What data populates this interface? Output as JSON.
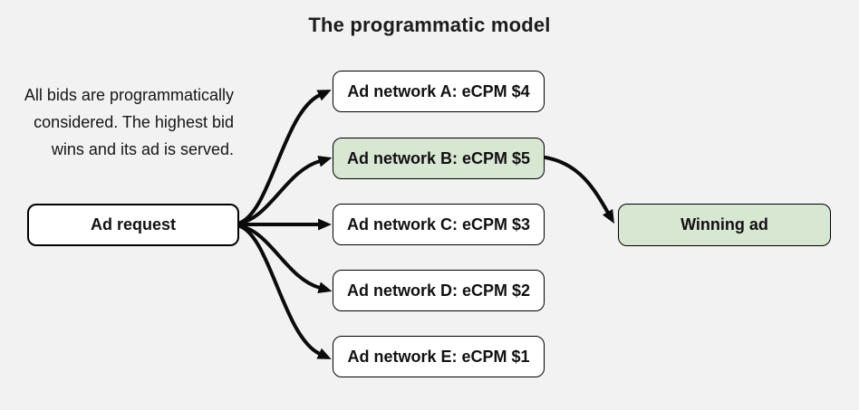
{
  "title": "The programmatic model",
  "description": {
    "lines": [
      "All bids are programmatically",
      "considered. The highest bid",
      "wins and its ad is served."
    ]
  },
  "nodes": {
    "ad_request": {
      "label": "Ad request",
      "fill": "white"
    },
    "networks": [
      {
        "id": "network-a",
        "label": "Ad network A: eCPM $4",
        "ecpm": 4,
        "highlighted": false
      },
      {
        "id": "network-b",
        "label": "Ad network B: eCPM $5",
        "ecpm": 5,
        "highlighted": true
      },
      {
        "id": "network-c",
        "label": "Ad network C: eCPM $3",
        "ecpm": 3,
        "highlighted": false
      },
      {
        "id": "network-d",
        "label": "Ad network D: eCPM $2",
        "ecpm": 2,
        "highlighted": false
      },
      {
        "id": "network-e",
        "label": "Ad network E: eCPM $1",
        "ecpm": 1,
        "highlighted": false
      }
    ],
    "winning": {
      "label": "Winning ad",
      "highlighted": true
    }
  },
  "edges": [
    {
      "from": "ad-request",
      "to": "network-a"
    },
    {
      "from": "ad-request",
      "to": "network-b"
    },
    {
      "from": "ad-request",
      "to": "network-c"
    },
    {
      "from": "ad-request",
      "to": "network-d"
    },
    {
      "from": "ad-request",
      "to": "network-e"
    },
    {
      "from": "network-b",
      "to": "winning-ad"
    }
  ],
  "colors": {
    "background": "#f2f2f2",
    "box_white": "#ffffff",
    "highlight_green": "#d8e7d2",
    "border": "#000000",
    "arrow": "#0b0b0b",
    "text": "#111111"
  }
}
